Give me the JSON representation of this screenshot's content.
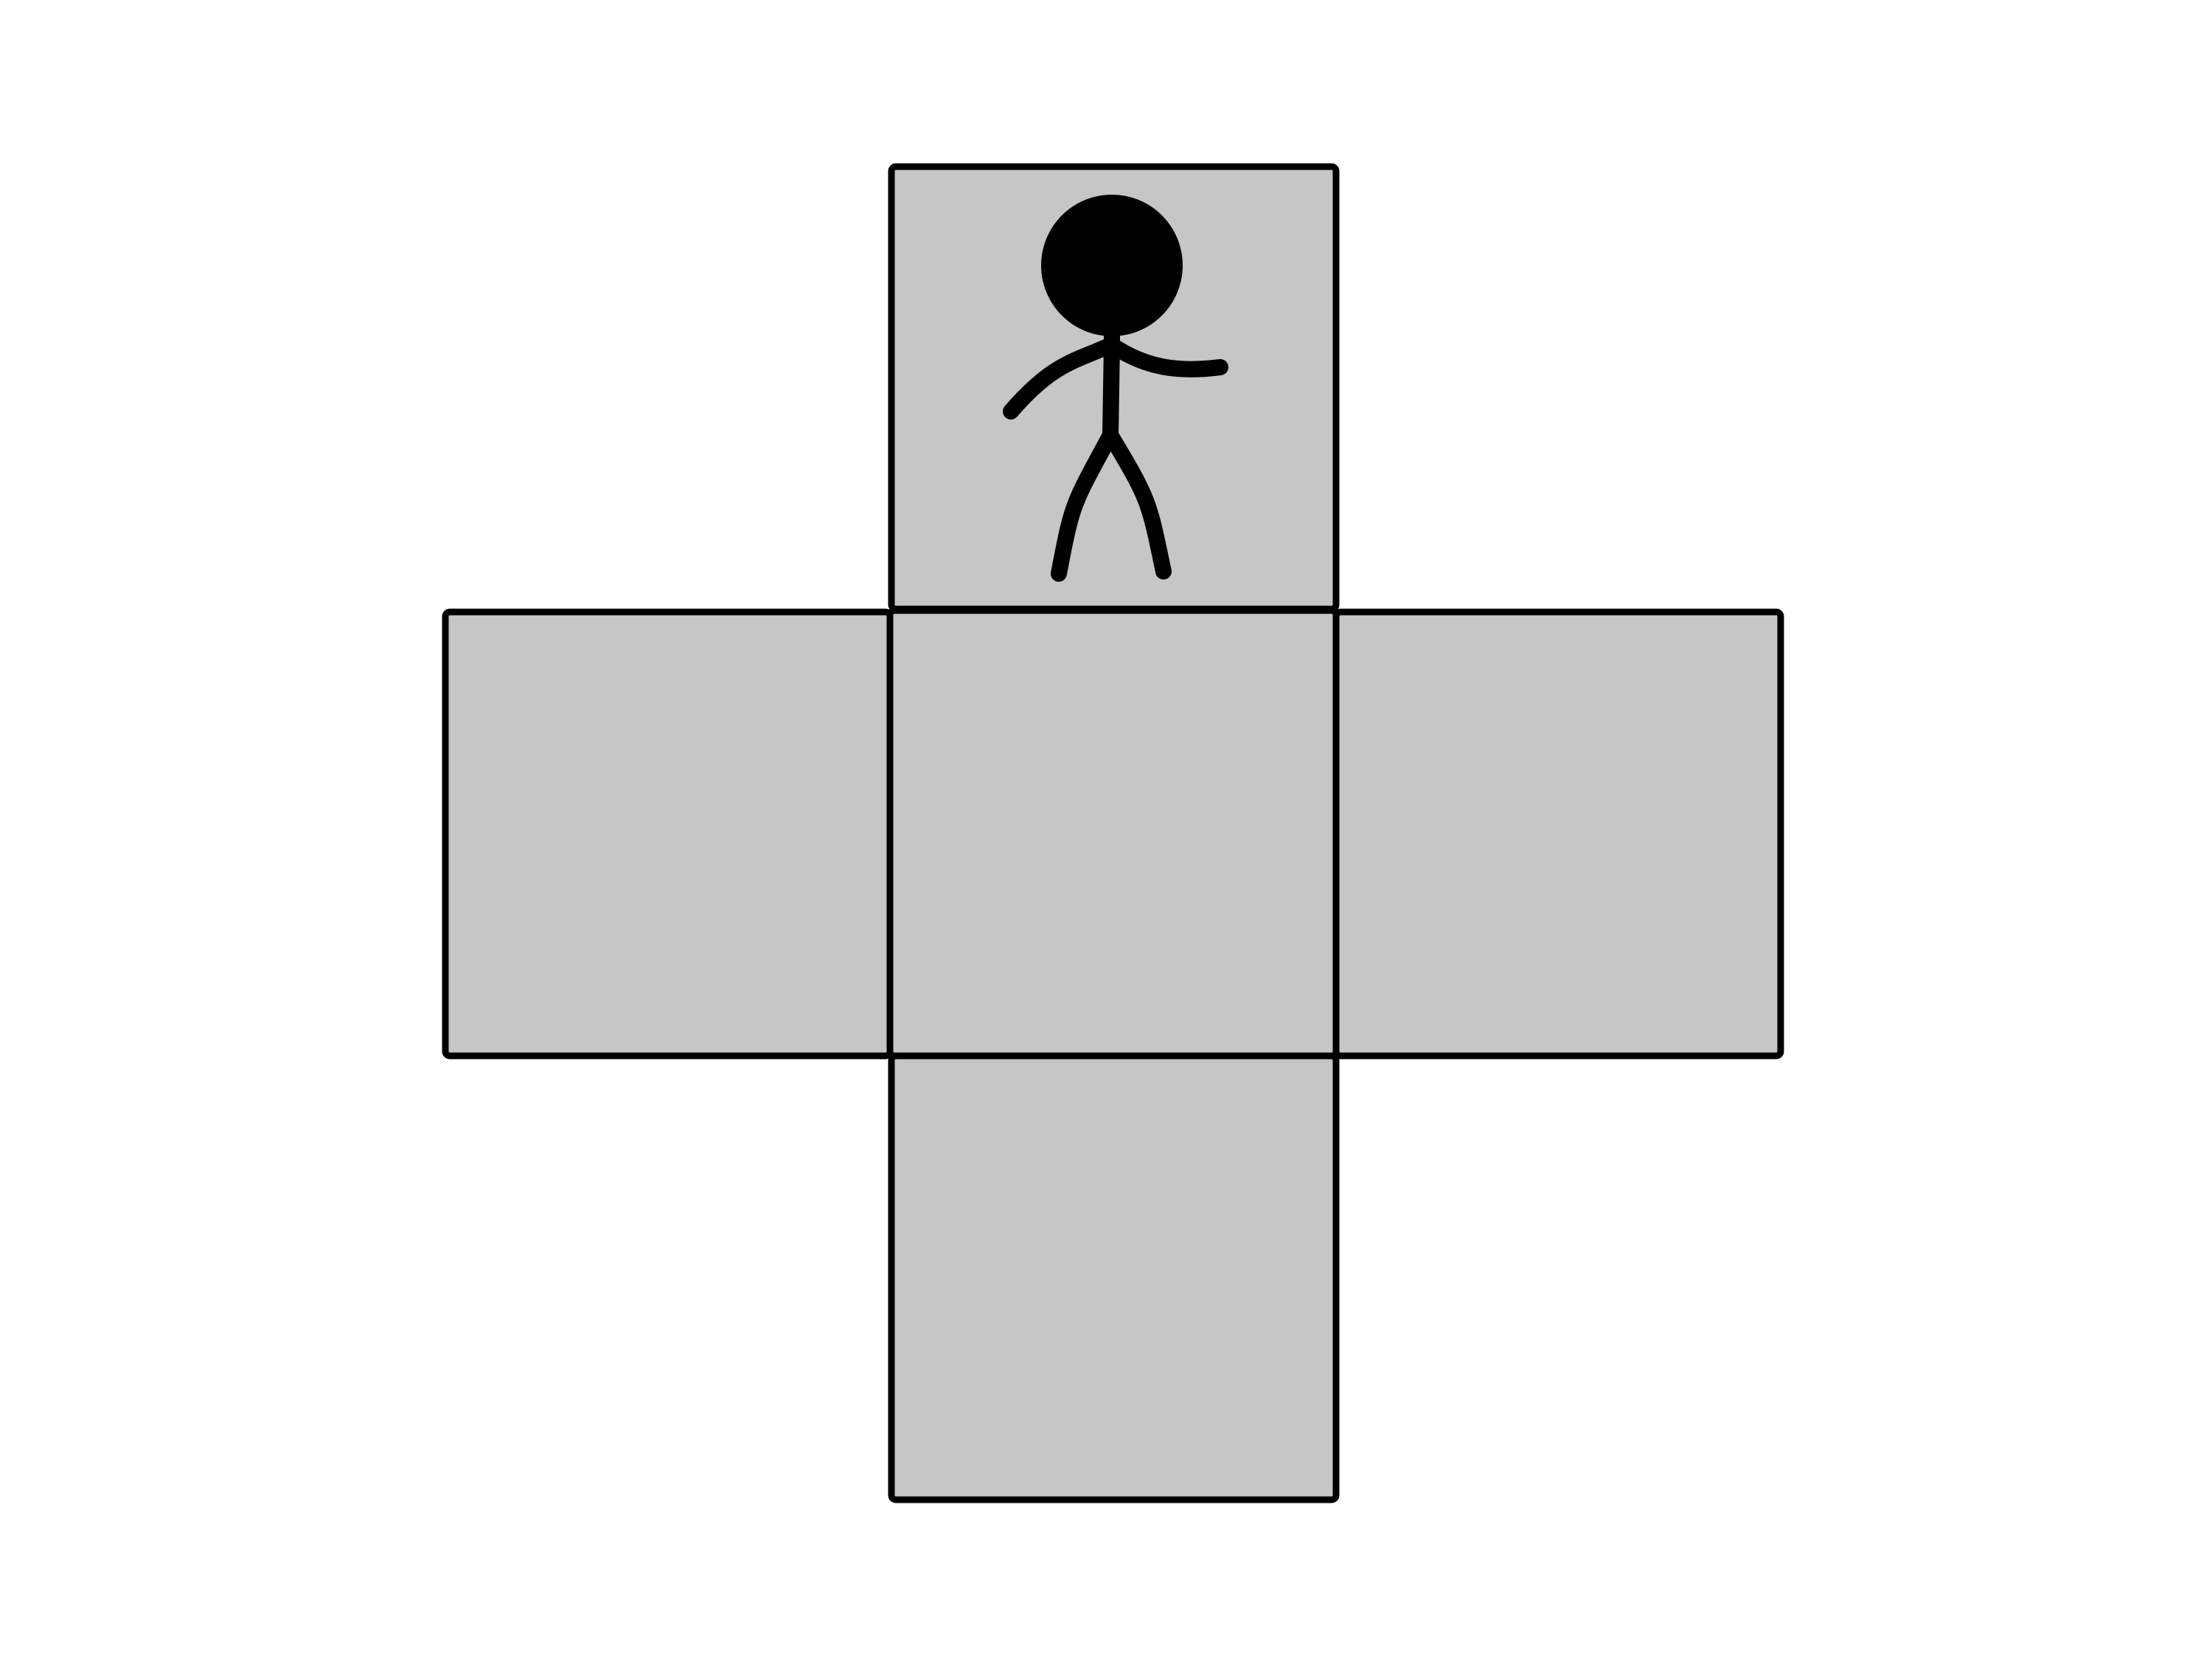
{
  "diagram": {
    "type": "cube-net",
    "layout": "cross",
    "face_count": 5,
    "faces": [
      {
        "name": "top",
        "has_figure": true
      },
      {
        "name": "left",
        "has_figure": false
      },
      {
        "name": "center",
        "has_figure": false
      },
      {
        "name": "right",
        "has_figure": false
      },
      {
        "name": "bottom",
        "has_figure": false
      }
    ],
    "figure": {
      "icon": "stick-figure-icon",
      "face": "top"
    }
  },
  "colors": {
    "background": "#ffffff",
    "face_fill": "#c6c6c6",
    "stroke": "#000000",
    "figure": "#000000"
  }
}
